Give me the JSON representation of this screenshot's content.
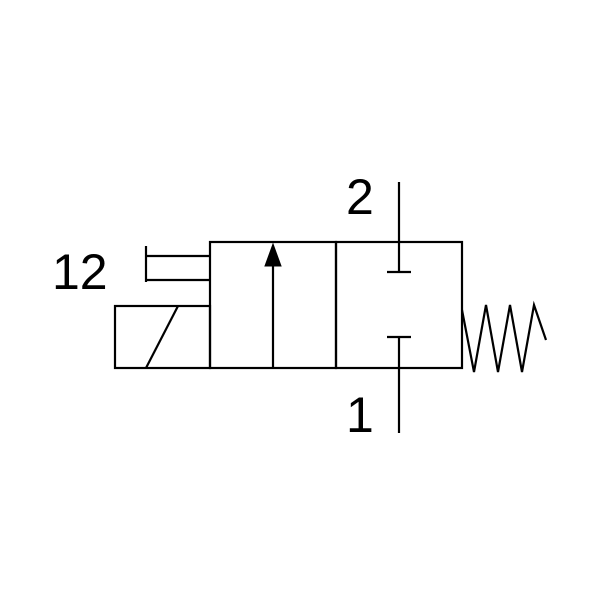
{
  "diagram": {
    "ports": {
      "outlet": "2",
      "inlet": "1",
      "pilot": "12"
    },
    "colors": {
      "line": "#000000",
      "background": "#ffffff"
    }
  }
}
